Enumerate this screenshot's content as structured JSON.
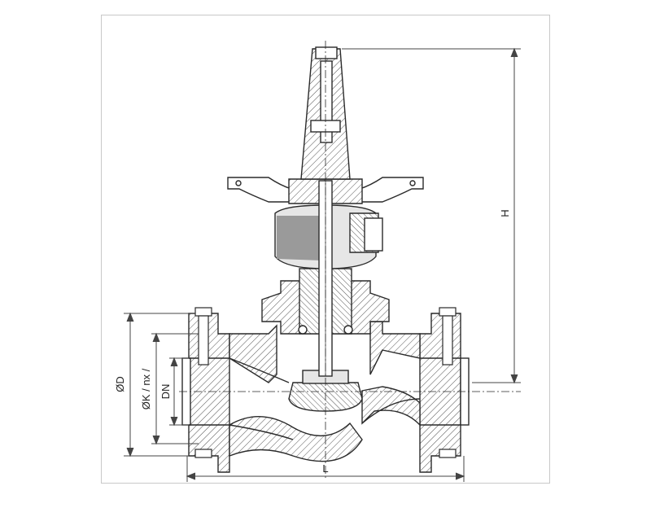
{
  "drawing": {
    "labels": {
      "height": "H",
      "length": "L",
      "flange_diameter": "ØD",
      "bolt_circle": "ØK / nx /",
      "nominal_diameter": "DN"
    },
    "colors": {
      "line": "#2a2a2a",
      "hatch": "#555555",
      "dim": "#444444",
      "frame": "#c8c8c8",
      "fill": "#ffffff",
      "shade": "#e6e6e6",
      "dark": "#9a9a9a"
    }
  }
}
